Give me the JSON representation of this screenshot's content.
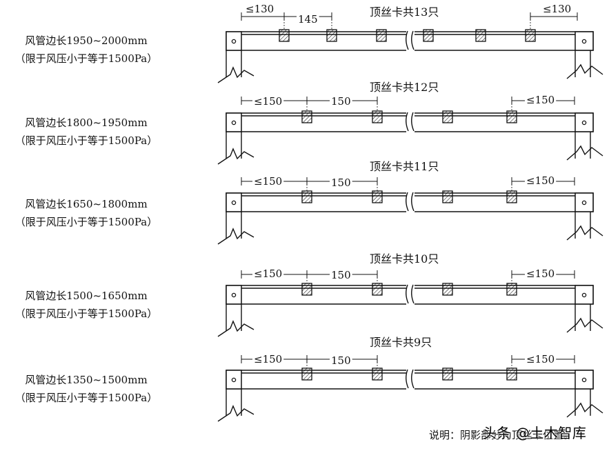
{
  "rows": [
    {
      "label_line1": "风管边长1950~2000mm",
      "label_line2": "（限于风压小于等于1500Pa）",
      "title": "顶丝卡共13只",
      "left_end": "≤130",
      "spacing": "145",
      "right_end": "≤130"
    },
    {
      "label_line1": "风管边长1800~1950mm",
      "label_line2": "（限于风压小于等于1500Pa）",
      "title": "顶丝卡共12只",
      "left_end": "≤150",
      "spacing": "150",
      "right_end": "≤150"
    },
    {
      "label_line1": "风管边长1650~1800mm",
      "label_line2": "（限于风压小于等于1500Pa）",
      "title": "顶丝卡共11只",
      "left_end": "≤150",
      "spacing": "150",
      "right_end": "≤150"
    },
    {
      "label_line1": "风管边长1500~1650mm",
      "label_line2": "（限于风压小于等于1500Pa）",
      "title": "顶丝卡共10只",
      "left_end": "≤150",
      "spacing": "150",
      "right_end": "≤150"
    },
    {
      "label_line1": "风管边长1350~1500mm",
      "label_line2": "（限于风压小于等于1500Pa）",
      "title": "顶丝卡共9只",
      "left_end": "≤150",
      "spacing": "150",
      "right_end": "≤150"
    }
  ],
  "note": "说明：阴影部分为顶丝卡位置。",
  "watermark": "头条 @土木智库"
}
